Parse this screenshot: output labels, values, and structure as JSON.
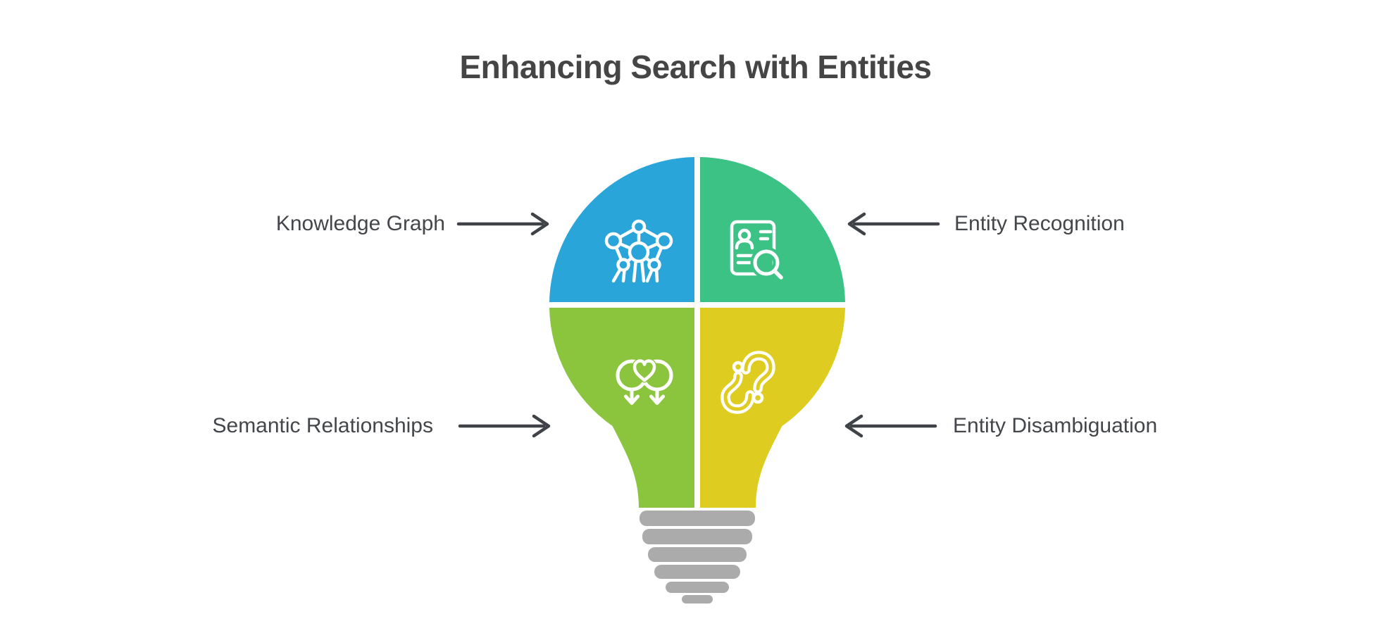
{
  "title": "Enhancing Search with Entities",
  "colors": {
    "background": "#FFFFFF",
    "blue": "#2AA5DA",
    "green": "#3DC285",
    "olive": "#8BC53E",
    "yellow": "#DECC20",
    "base_gray": "#ABABAB",
    "arrow": "#3F4347",
    "title_text": "#454545",
    "label_text": "#43464A",
    "icon_stroke": "#FFFFFF"
  },
  "labels": [
    {
      "text": "Knowledge Graph",
      "side": "left",
      "quadrant": "top-left",
      "quadrant_color": "blue",
      "icon": "network-graph-icon"
    },
    {
      "text": "Entity Recognition",
      "side": "right",
      "quadrant": "top-right",
      "quadrant_color": "green",
      "icon": "person-document-search-icon"
    },
    {
      "text": "Semantic Relationships",
      "side": "left",
      "quadrant": "bottom-left",
      "quadrant_color": "olive",
      "icon": "linked-rings-heart-icon"
    },
    {
      "text": "Entity Disambiguation",
      "side": "right",
      "quadrant": "bottom-right",
      "quadrant_color": "yellow",
      "icon": "question-marks-icon"
    }
  ]
}
